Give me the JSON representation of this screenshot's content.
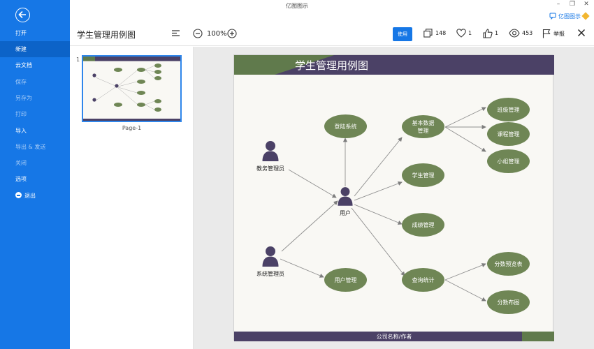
{
  "window": {
    "app_title": "亿图图示",
    "brand": "亿图图示"
  },
  "sidebar": {
    "items": [
      {
        "label": "打开",
        "state": "normal"
      },
      {
        "label": "新建",
        "state": "active"
      },
      {
        "label": "云文档",
        "state": "normal"
      },
      {
        "label": "保存",
        "state": "dim"
      },
      {
        "label": "另存为",
        "state": "dim"
      },
      {
        "label": "打印",
        "state": "dim"
      },
      {
        "label": "导入",
        "state": "normal"
      },
      {
        "label": "导出 & 发送",
        "state": "dim"
      },
      {
        "label": "关闭",
        "state": "dim"
      },
      {
        "label": "选项",
        "state": "normal"
      },
      {
        "label": "退出",
        "state": "normal"
      }
    ]
  },
  "toolbar": {
    "doc_title": "学生管理用例图",
    "zoom": "100%",
    "use_label": "使用",
    "copies": "148",
    "likes": "1",
    "thumbs_up": "1",
    "views": "453",
    "report_label": "举报"
  },
  "thumbnails": {
    "page_number": "1",
    "page_label": "Page-1"
  },
  "diagram": {
    "title": "学生管理用例图",
    "footer": "公司名称/作者",
    "actors": {
      "admin_teacher": "教务管理员",
      "system_admin": "系统管理员",
      "user": "用户"
    },
    "usecases": {
      "login": "登陆系统",
      "basic_data": "基本数据\n管理",
      "class_mgmt": "班级管理",
      "course_mgmt": "课程管理",
      "group_mgmt": "小组管理",
      "student_mgmt": "学生管理",
      "score_mgmt": "成绩管理",
      "user_mgmt": "用户管理",
      "query_stats": "查询统计",
      "score_report": "分数预览表",
      "score_dist": "分数布图"
    }
  },
  "colors": {
    "sidebar": "#1677e6",
    "header_purple": "#4b4166",
    "accent_green": "#607a4c",
    "node_green": "#6f8655"
  }
}
